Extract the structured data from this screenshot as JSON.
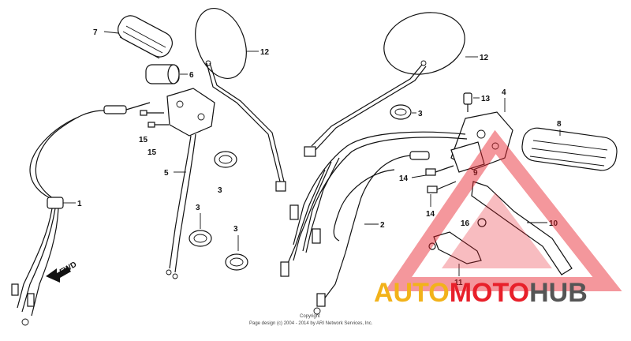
{
  "diagram": {
    "callouts": {
      "c1": "1",
      "c2": "2",
      "c3a": "3",
      "c3b": "3",
      "c3c": "3",
      "c3d": "3",
      "c4": "4",
      "c5": "5",
      "c6": "6",
      "c7": "7",
      "c8": "8",
      "c9": "9",
      "c10": "10",
      "c11": "11",
      "c12a": "12",
      "c12b": "12",
      "c13": "13",
      "c14a": "14",
      "c14b": "14",
      "c15a": "15",
      "c15b": "15",
      "c16": "16"
    },
    "direction_label": "FWD",
    "copyright_line1": "Copyright",
    "copyright_line2": "Page design (c) 2004 - 2014 by ARI Network Services, Inc."
  },
  "watermark": {
    "part1": "AUTO",
    "part2": "MOTO",
    "part3": "HUB",
    "color_primary": "#e8202a",
    "color_secondary": "#f2b21a",
    "color_dark": "#555555"
  }
}
